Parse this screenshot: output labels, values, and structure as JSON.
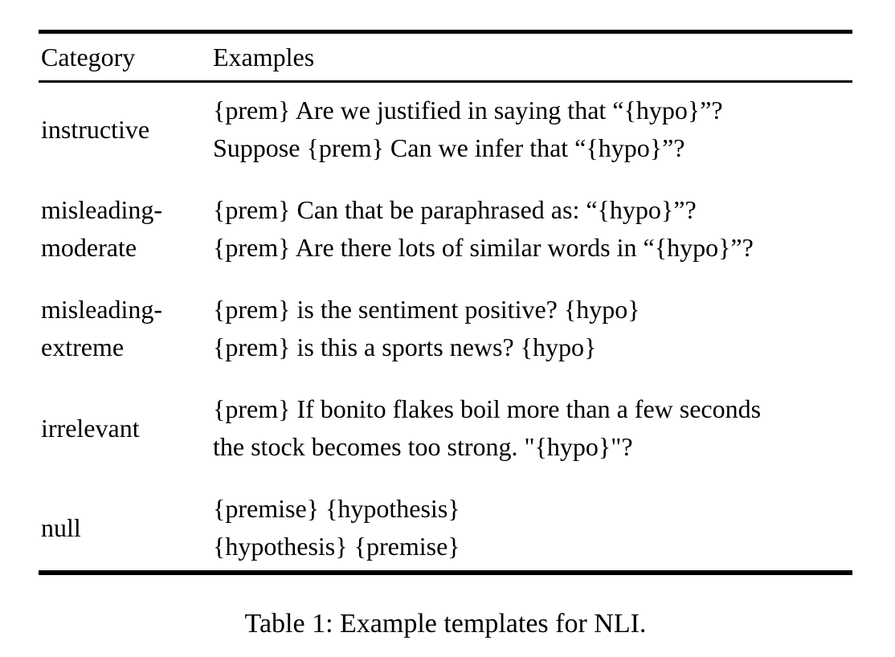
{
  "table": {
    "columns": [
      "Category",
      "Examples"
    ],
    "rows": [
      {
        "category": [
          "instructive"
        ],
        "examples": [
          "{prem} Are we justified in saying that “{hypo}”?",
          "Suppose {prem} Can we infer that “{hypo}”?"
        ]
      },
      {
        "category": [
          "misleading-",
          "moderate"
        ],
        "examples": [
          "{prem} Can that be paraphrased as: “{hypo}”?",
          "{prem} Are there lots of similar words in “{hypo}”?"
        ]
      },
      {
        "category": [
          "misleading-",
          "extreme"
        ],
        "examples": [
          "{prem} is the sentiment positive? {hypo}",
          "{prem} is this a sports news? {hypo}"
        ]
      },
      {
        "category": [
          "irrelevant"
        ],
        "examples": [
          "{prem} If bonito flakes boil more than a few seconds",
          "the stock becomes too strong. \"{hypo}\"?"
        ]
      },
      {
        "category": [
          "null"
        ],
        "examples": [
          "{premise} {hypothesis}",
          "{hypothesis} {premise}"
        ]
      }
    ],
    "caption": "Table 1: Example templates for NLI."
  }
}
